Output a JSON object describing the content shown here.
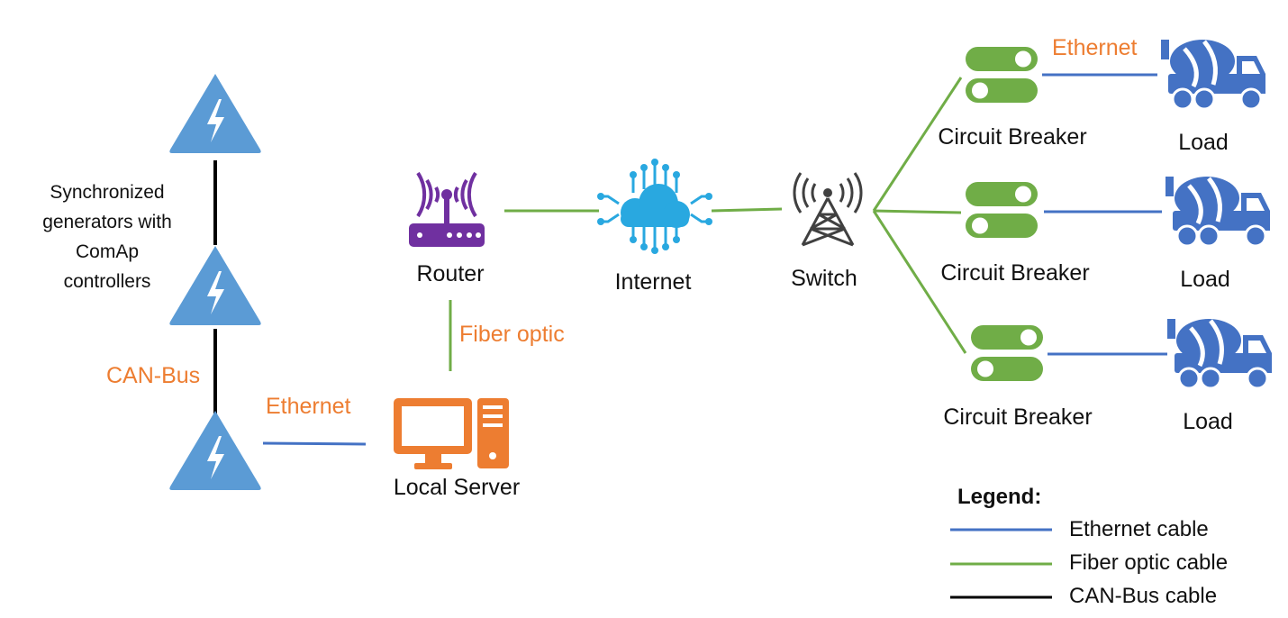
{
  "labels": {
    "generators": [
      "Synchronized",
      "generators with",
      "ComAp",
      "controllers"
    ],
    "can_bus": "CAN-Bus",
    "ethernet_left": "Ethernet",
    "local_server": "Local Server",
    "router": "Router",
    "fiber_optic": "Fiber optic",
    "internet": "Internet",
    "switch": "Switch",
    "ethernet_right": "Ethernet",
    "circuit_breaker": "Circuit Breaker",
    "load": "Load"
  },
  "legend": {
    "title": "Legend:",
    "items": [
      {
        "label": "Ethernet cable",
        "color": "#4472C4"
      },
      {
        "label": "Fiber optic cable",
        "color": "#70AD47"
      },
      {
        "label": "CAN-Bus cable",
        "color": "#000000"
      }
    ]
  },
  "colors": {
    "generator": "#5B9BD5",
    "router": "#7030A0",
    "cloud": "#29A8E0",
    "server": "#ED7D31",
    "breaker": "#70AD47",
    "truck": "#4472C4",
    "tower": "#404040",
    "accent_text": "#ED7D31"
  },
  "icons": [
    "high-voltage-icon",
    "router-icon",
    "cloud-network-icon",
    "cell-tower-icon",
    "circuit-breaker-icon",
    "mixer-truck-icon",
    "computer-icon"
  ]
}
